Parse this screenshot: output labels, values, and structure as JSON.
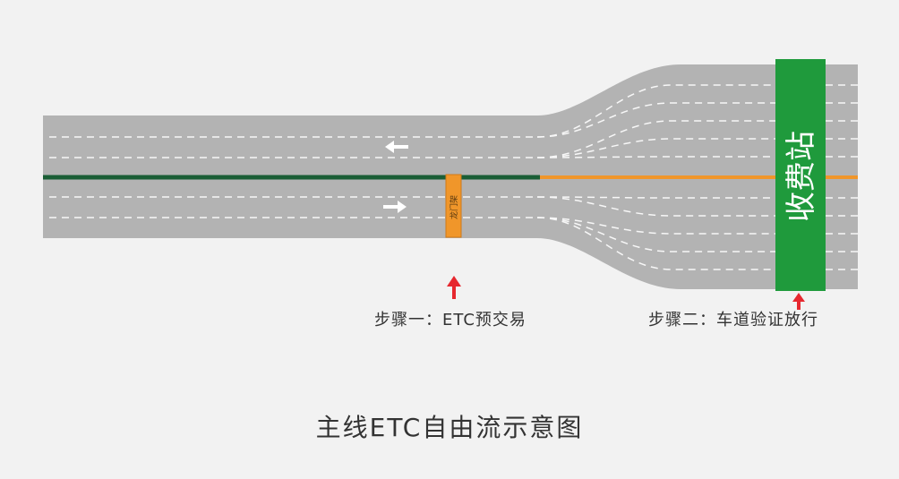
{
  "diagram": {
    "caption": "主线ETC自由流示意图",
    "gantry_label": "龙门架",
    "toll_station_label": "收费站",
    "steps": [
      {
        "label": "步骤一：ETC预交易"
      },
      {
        "label": "步骤二：车道验证放行"
      }
    ]
  },
  "colors": {
    "background": "#f2f2f2",
    "road": "#b3b3b3",
    "lane_marking": "#ffffff",
    "median_green": "#1a5e35",
    "median_orange": "#f0962a",
    "gantry": "#f0962a",
    "toll_station": "#1f9a3c",
    "step_arrow": "#e6282f",
    "text": "#333333"
  }
}
